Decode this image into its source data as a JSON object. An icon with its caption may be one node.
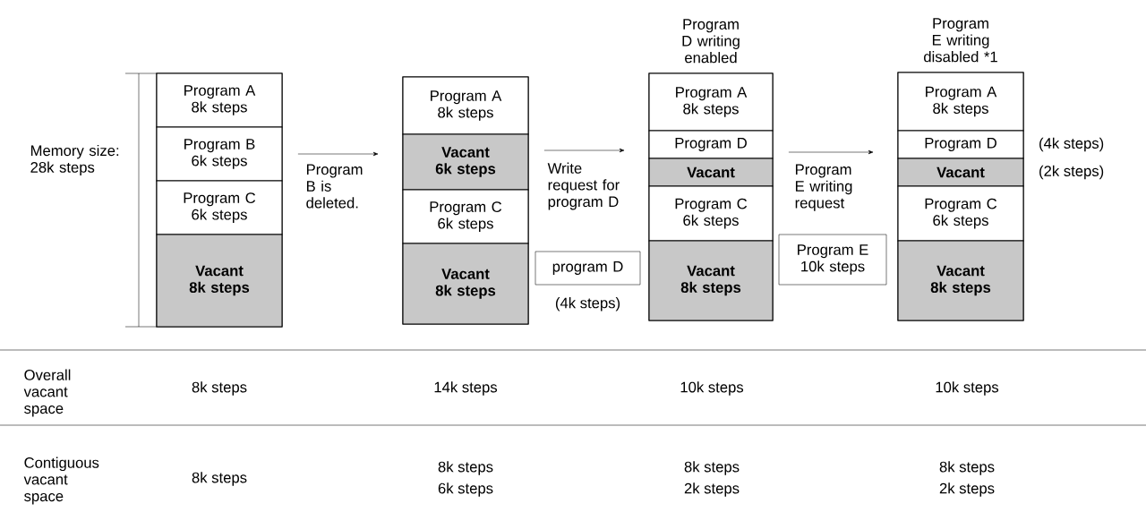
{
  "diagram": {
    "nodes": [
      {
        "text": [],
        "shape": "box"
      },
      {
        "text": [
          "Program A 8k steps"
        ],
        "in": 0
      },
      {
        "text": [
          "Program B 6k steps"
        ],
        "in": 0
      },
      {
        "text": [
          "Program C 6k steps"
        ],
        "in": 0
      },
      {
        "text": [
          "Vacant 8k steps"
        ],
        "in": 0
      },
      {
        "text": [],
        "shape": "box"
      },
      {
        "text": [
          "Program A 8k steps"
        ],
        "in": 5
      },
      {
        "text": [
          "Vacant 6k steps"
        ],
        "in": 5
      },
      {
        "text": [
          "Program C 6k steps"
        ],
        "in": 5
      },
      {
        "text": [
          "Vacant 8k steps"
        ],
        "in": 5
      },
      {
        "text": [
          "program D"
        ],
        "beside": [
          "(4k steps)"
        ]
      },
      {
        "text": [
          "Program D writing enabled"
        ]
      },
      {
        "text": [
          "Program A 8k steps"
        ],
        "in": 11
      },
      {
        "text": [
          "Program D"
        ],
        "in": 11
      },
      {
        "text": [
          "Vacant"
        ],
        "in": 11
      },
      {
        "text": [
          "Program C 6k steps"
        ],
        "in": 11
      },
      {
        "text": [
          "Vacant 8k steps"
        ],
        "in": 11
      },
      {
        "text": [
          "Program E 10k steps"
        ]
      },
      {
        "text": [
          "Program E writing disabled *1"
        ]
      },
      {
        "text": [
          "Program A 8k steps"
        ],
        "in": 18
      },
      {
        "text": [
          "Program D"
        ],
        "in": 18,
        "beside": [
          "(4k steps)"
        ]
      },
      {
        "text": [
          "Vacant"
        ],
        "in": 18,
        "beside": [
          "(2k steps)"
        ]
      },
      {
        "text": [
          "Program C 6k steps"
        ],
        "in": 18
      },
      {
        "text": [
          "Vacant 8k steps"
        ],
        "in": 18
      }
    ],
    "edges": [
      {
        "from": 0,
        "to": 5,
        "arrow": "to",
        "label": "Program B is deleted."
      },
      {
        "from": 5,
        "to": 11,
        "arrow": "to",
        "label": "Write request for program D"
      },
      {
        "from": 11,
        "to": 18,
        "arrow": "to",
        "label": "Program E writing request"
      }
    ],
    "labels": [
      "Memory size: 28k steps",
      "Overall vacant space",
      "8k steps",
      "14k steps",
      "10k steps",
      "10k steps",
      "Contiguous vacant space",
      "8k steps",
      "8k steps",
      "6k steps",
      "8k steps",
      "2k steps",
      "8k steps",
      "2k steps"
    ]
  }
}
